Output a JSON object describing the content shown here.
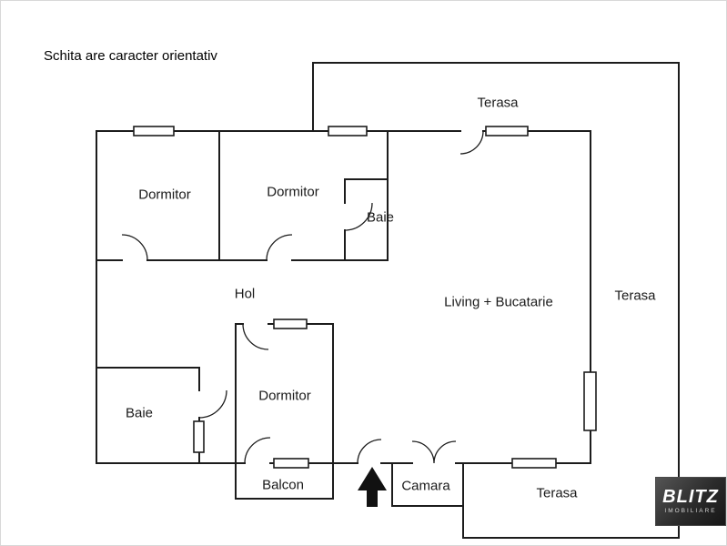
{
  "disclaimer": "Schita are caracter orientativ",
  "rooms": {
    "dormitor_top_left": "Dormitor",
    "dormitor_top_mid": "Dormitor",
    "baie_top": "Baie",
    "terasa_top": "Terasa",
    "living": "Living + Bucatarie",
    "terasa_right": "Terasa",
    "hol": "Hol",
    "baie_bottom": "Baie",
    "dormitor_bottom": "Dormitor",
    "balcon": "Balcon",
    "camara": "Camara",
    "terasa_bottom": "Terasa"
  },
  "icons": {
    "entrance_arrow": "filled-up-arrow"
  },
  "logo": {
    "brand": "BLITZ",
    "tagline": "IMOBILIARE"
  },
  "colors": {
    "wall": "#1c1c1c",
    "background": "#ffffff",
    "label": "#1a1a1a",
    "logo_background": "#2b2b2b"
  }
}
